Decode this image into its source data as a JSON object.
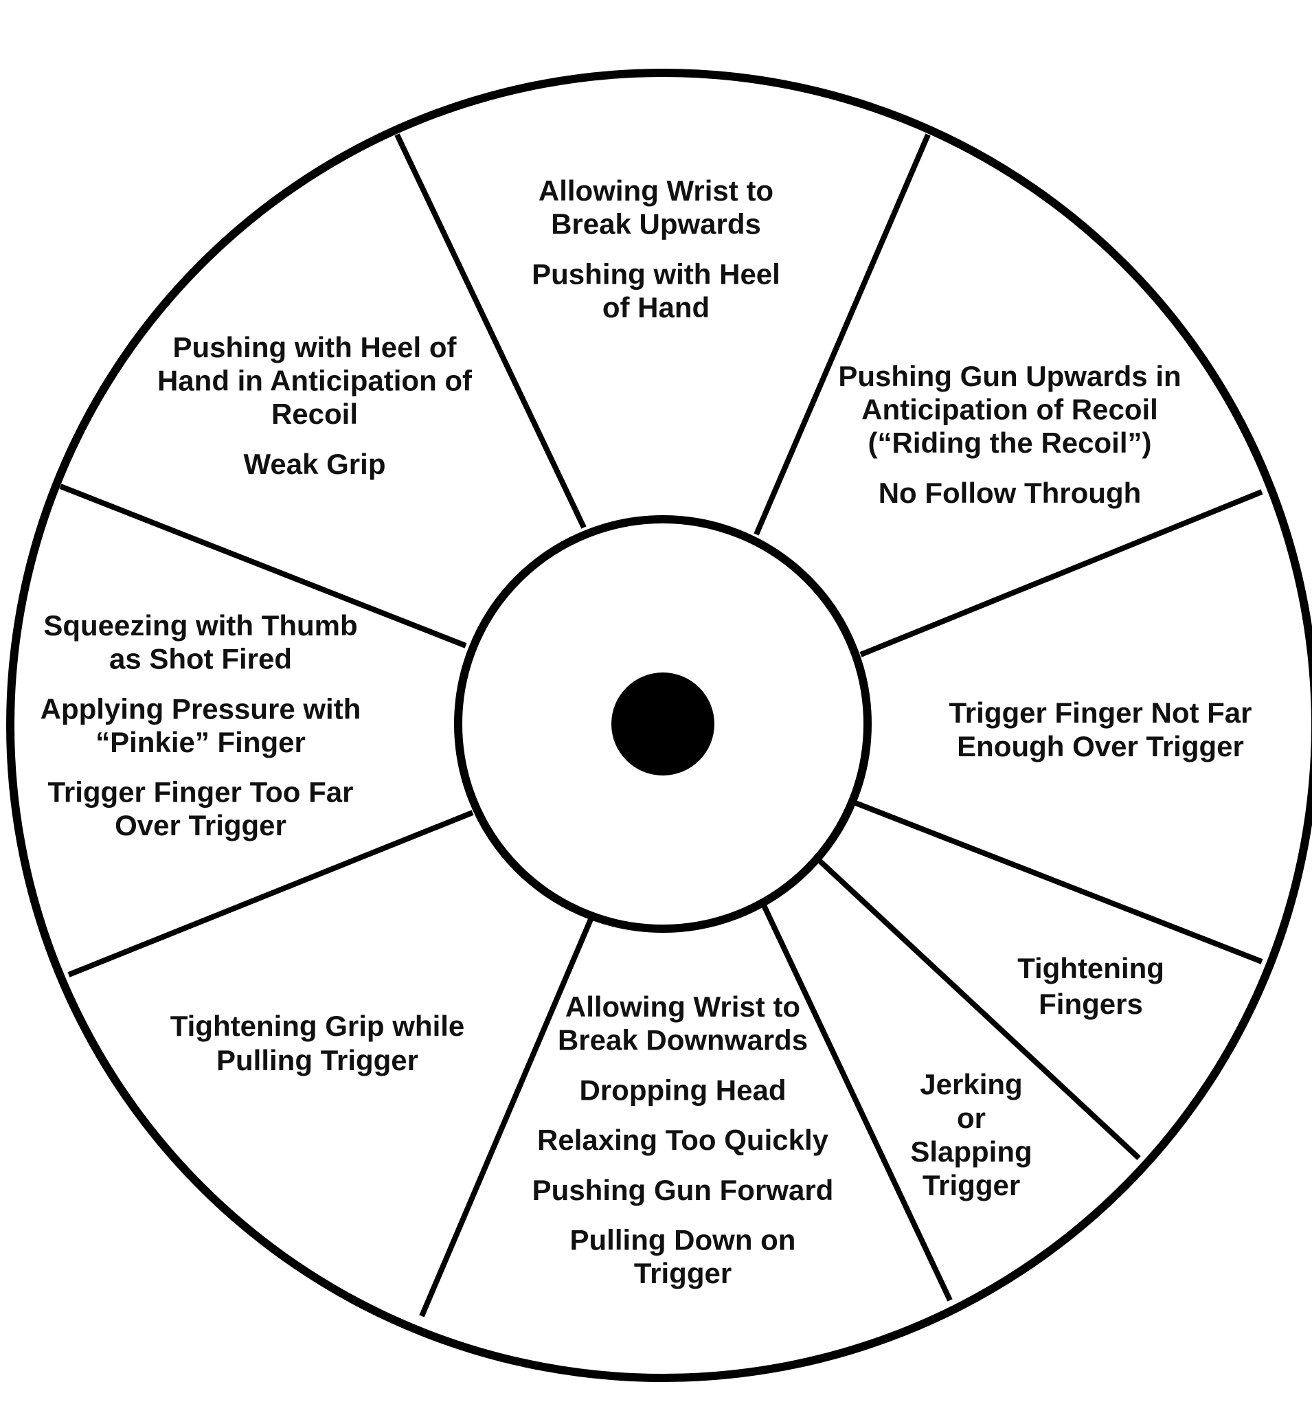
{
  "colors": {
    "line": "#000000",
    "text": "#111111",
    "background": "#ffffff",
    "bullseye": "#000000"
  },
  "segments": [
    {
      "id": "top",
      "lines": [
        "Allowing Wrist to",
        "Break Upwards",
        "",
        "Pushing with Heel",
        "of Hand"
      ]
    },
    {
      "id": "upper-right",
      "lines": [
        "Pushing Gun Upwards in",
        "Anticipation of Recoil",
        "(“Riding the Recoil”)",
        "",
        "No Follow Through"
      ]
    },
    {
      "id": "right",
      "lines": [
        "Trigger Finger Not Far",
        "Enough Over Trigger"
      ]
    },
    {
      "id": "lower-right",
      "lines": [
        "Tightening",
        "Fingers"
      ]
    },
    {
      "id": "lower-right-inner",
      "lines": [
        "Jerking",
        "or",
        "Slapping",
        "Trigger"
      ]
    },
    {
      "id": "bottom",
      "lines": [
        "Allowing Wrist to",
        "Break Downwards",
        "",
        "Dropping Head",
        "",
        "Relaxing Too Quickly",
        "",
        "Pushing Gun Forward",
        "",
        "Pulling Down on",
        "Trigger"
      ]
    },
    {
      "id": "lower-left",
      "lines": [
        "Tightening Grip while",
        "Pulling Trigger"
      ]
    },
    {
      "id": "left",
      "lines": [
        "Squeezing with Thumb",
        "as Shot Fired",
        "",
        "Applying Pressure with",
        "“Pinkie” Finger",
        "",
        "Trigger Finger Too Far",
        "Over Trigger"
      ]
    },
    {
      "id": "upper-left",
      "lines": [
        "Pushing with Heel of",
        "Hand in Anticipation of",
        "Recoil",
        "",
        "Weak Grip"
      ]
    }
  ]
}
